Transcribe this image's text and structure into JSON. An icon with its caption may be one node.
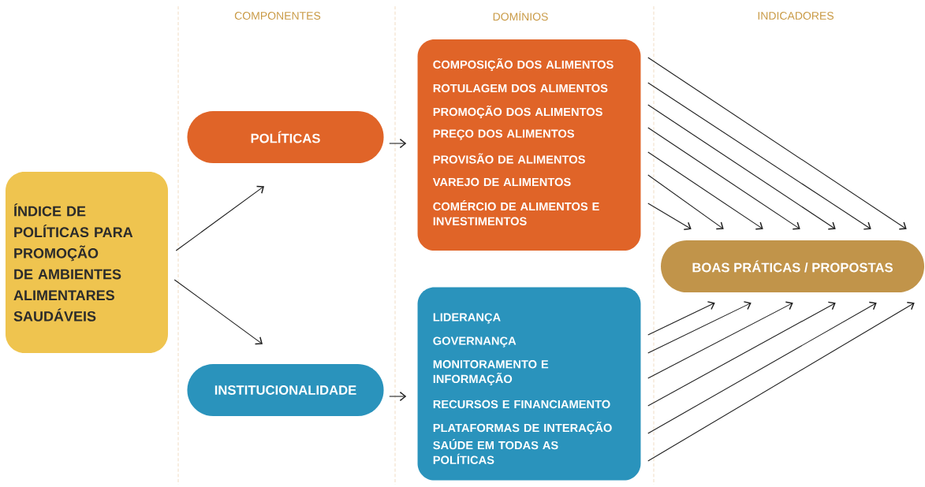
{
  "diagram": {
    "nodes": [
      {
        "text": [
          "ÍNDICE DE POLÍTICAS PARA PROMOÇÃO DE AMBIENTES ALIMENTARES SAUDÁVEIS"
        ]
      },
      {
        "text": [
          "POLÍTICAS"
        ]
      },
      {
        "text": [
          "INSTITUCIONALIDADE"
        ]
      },
      {
        "text": [
          "COMPOSIÇÃO DOS ALIMENTOS",
          "ROTULAGEM DOS ALIMENTOS",
          "PROMOÇÃO DOS ALIMENTOS",
          "PREÇO DOS ALIMENTOS",
          "PROVISÃO DE ALIMENTOS",
          "VAREJO DE ALIMENTOS",
          "COMÉRCIO DE ALIMENTOS E INVESTIMENTOS"
        ]
      },
      {
        "text": [
          "LIDERANÇA",
          "GOVERNANÇA",
          "MONITORAMENTO E INFORMAÇÃO",
          "RECURSOS E FINANCIAMENTO",
          "PLATAFORMAS DE INTERAÇÃO",
          "SAÚDE EM TODAS AS POLÍTICAS"
        ]
      },
      {
        "text": [
          "BOAS PRÁTICAS / PROPOSTAS"
        ]
      }
    ],
    "edges": [
      {
        "from": 0,
        "to": 1,
        "arrow": "to"
      },
      {
        "from": 0,
        "to": 2,
        "arrow": "to"
      },
      {
        "from": 1,
        "to": 3,
        "arrow": "to"
      },
      {
        "from": 2,
        "to": 4,
        "arrow": "to"
      },
      {
        "from": 3,
        "to": 5,
        "arrow": "to"
      },
      {
        "from": 3,
        "to": 5,
        "arrow": "to"
      },
      {
        "from": 3,
        "to": 5,
        "arrow": "to"
      },
      {
        "from": 3,
        "to": 5,
        "arrow": "to"
      },
      {
        "from": 3,
        "to": 5,
        "arrow": "to"
      },
      {
        "from": 3,
        "to": 5,
        "arrow": "to"
      },
      {
        "from": 3,
        "to": 5,
        "arrow": "to"
      },
      {
        "from": 4,
        "to": 5,
        "arrow": "to"
      },
      {
        "from": 4,
        "to": 5,
        "arrow": "to"
      },
      {
        "from": 4,
        "to": 5,
        "arrow": "to"
      },
      {
        "from": 4,
        "to": 5,
        "arrow": "to"
      },
      {
        "from": 4,
        "to": 5,
        "arrow": "to"
      },
      {
        "from": 4,
        "to": 5,
        "arrow": "to"
      }
    ],
    "labels": [
      "COMPONENTES",
      "DOMÍNIOS",
      "INDICADORES"
    ]
  }
}
